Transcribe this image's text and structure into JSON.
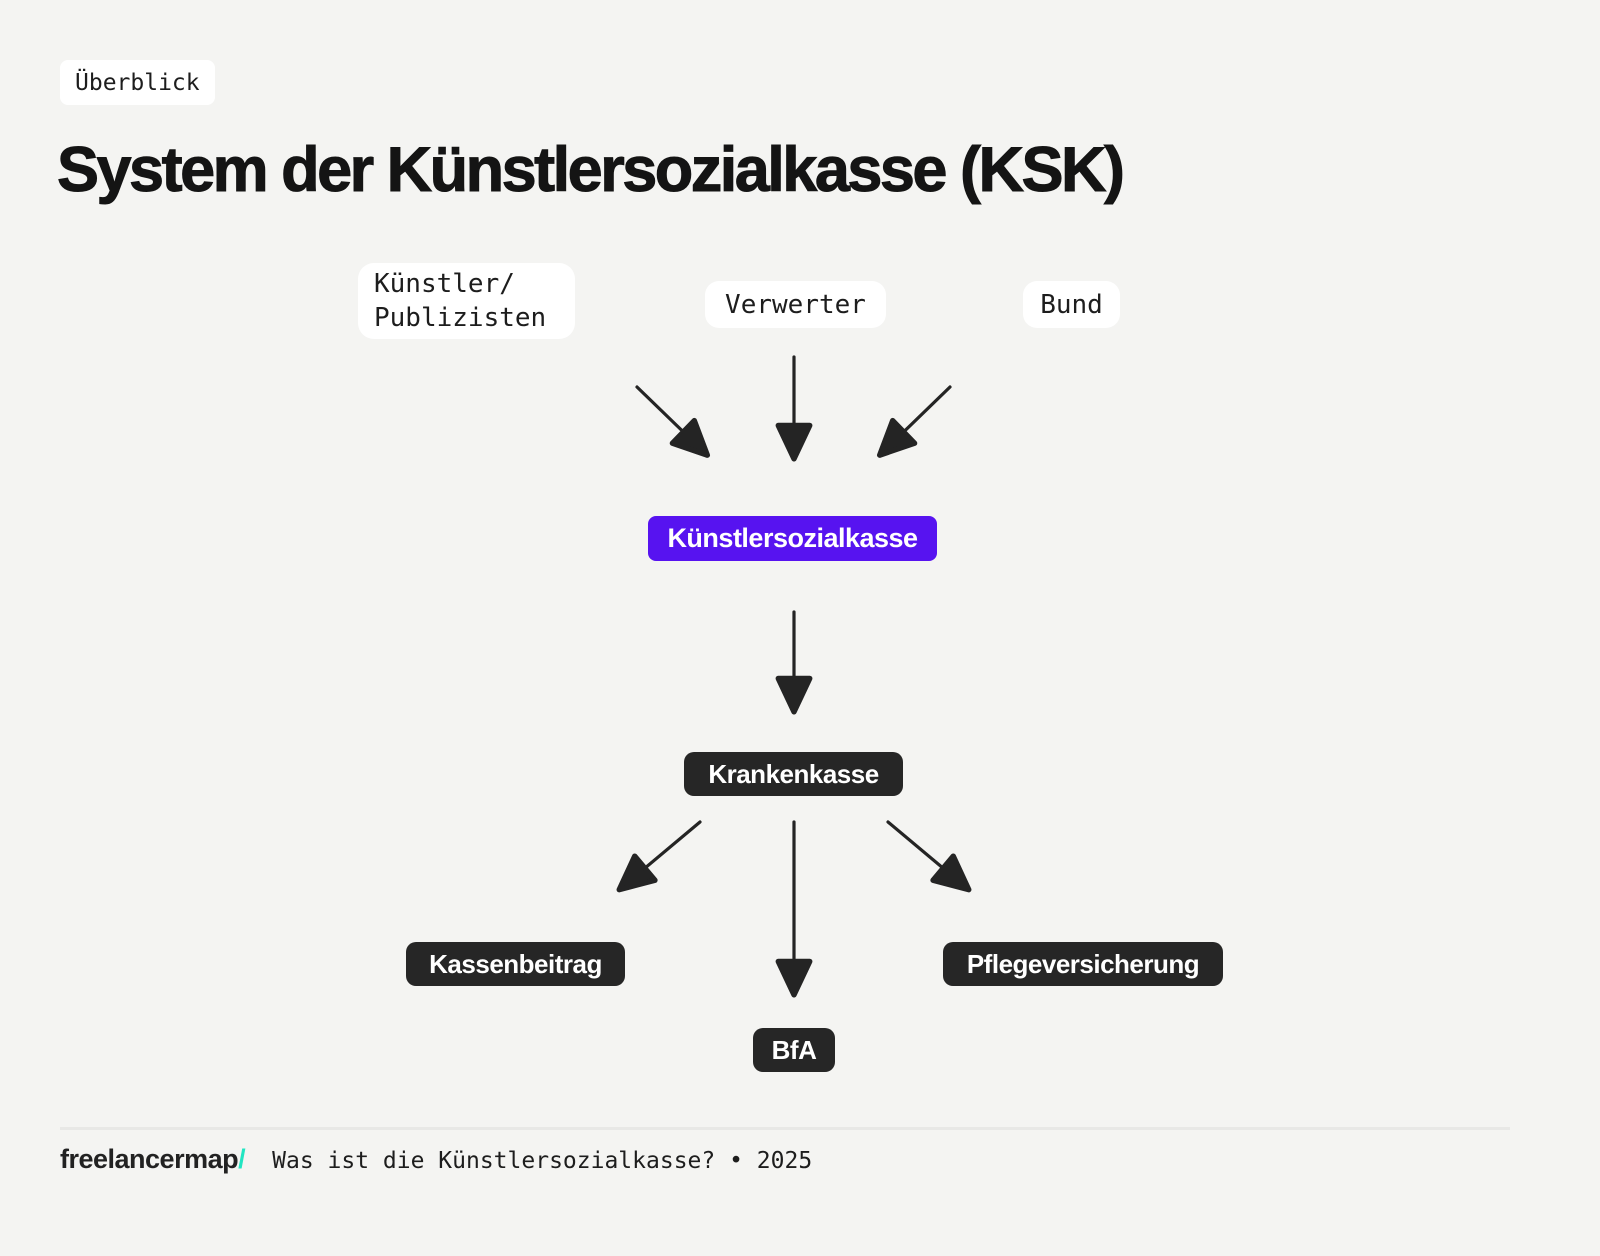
{
  "badge": {
    "label": "Überblick"
  },
  "title": "System der Künstlersozialkasse (KSK)",
  "diagram": {
    "sources": {
      "kuenstler": {
        "line1": "Künstler/",
        "line2": "Publizisten"
      },
      "verwerter": {
        "label": "Verwerter"
      },
      "bund": {
        "label": "Bund"
      }
    },
    "hub": {
      "label": "Künstlersozialkasse"
    },
    "intermediary": {
      "label": "Krankenkasse"
    },
    "outputs": {
      "kassenbeitrag": {
        "label": "Kassenbeitrag"
      },
      "bfa": {
        "label": "BfA"
      },
      "pflegeversicherung": {
        "label": "Pflegeversicherung"
      }
    }
  },
  "footer": {
    "brand": "freelancermap",
    "brand_slash": "/",
    "tagline": "Was ist die Künstlersozialkasse? • 2025"
  },
  "colors": {
    "background": "#f4f4f2",
    "box_dark": "#262626",
    "accent_purple": "#5713f0",
    "accent_teal": "#21e5c2",
    "text_dark": "#1d1d1d",
    "white": "#ffffff",
    "divider": "#e8e8e6",
    "arrow": "#242424"
  }
}
